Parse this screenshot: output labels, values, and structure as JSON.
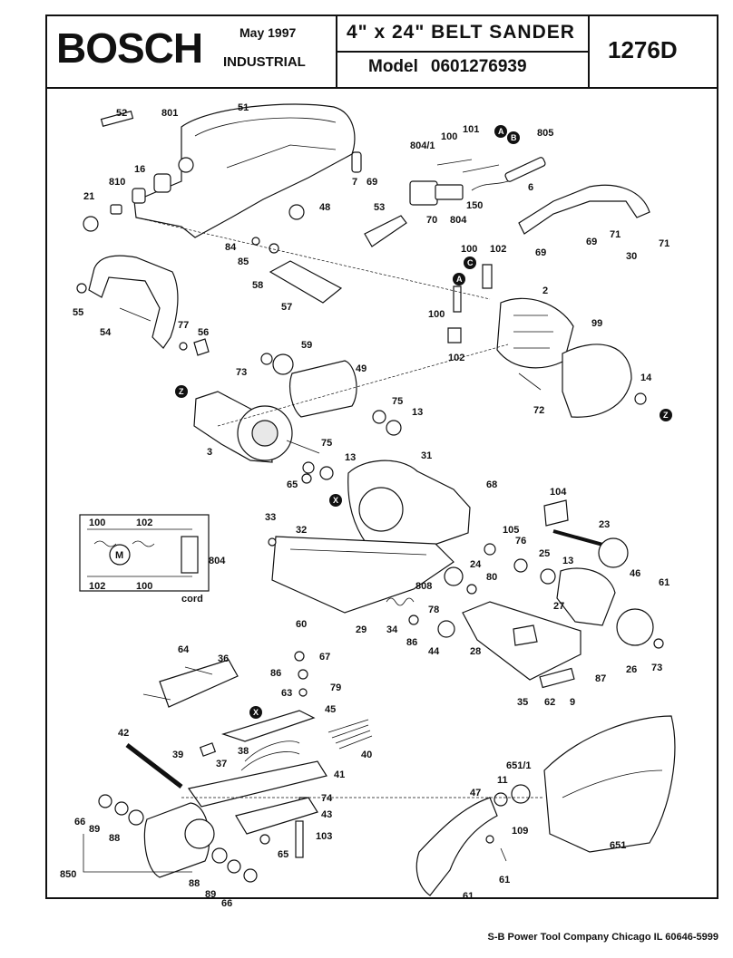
{
  "header": {
    "brand": "BOSCH",
    "date": "May 1997",
    "division": "INDUSTRIAL",
    "product_title": "4\" x 24\"  BELT  SANDER",
    "model_label": "Model",
    "model_number": "0601276939",
    "part_number": "1276D"
  },
  "footer": {
    "company": "S-B Power Tool Company  Chicago IL 60646-5999"
  },
  "callouts": {
    "c52": "52",
    "c801": "801",
    "c51": "51",
    "c16": "16",
    "c810": "810",
    "c21": "21",
    "c7": "7",
    "c69a": "69",
    "c48": "48",
    "c8041": "804/1",
    "c100a": "100",
    "c101": "101",
    "c805": "805",
    "c6": "6",
    "c150": "150",
    "c70": "70",
    "c804a": "804",
    "c53": "53",
    "c69b": "69",
    "c69c": "69",
    "c71a": "71",
    "c71b": "71",
    "c30": "30",
    "c84": "84",
    "c85": "85",
    "c58": "58",
    "c57": "57",
    "c100b": "100",
    "c102a": "102",
    "c2": "2",
    "c99": "99",
    "c100c": "100",
    "c102b": "102",
    "c14": "14",
    "c72": "72",
    "c55": "55",
    "c54": "54",
    "c77": "77",
    "c56": "56",
    "c59": "59",
    "c73a": "73",
    "c49": "49",
    "c75a": "75",
    "c13a": "13",
    "c3": "3",
    "c75b": "75",
    "c13b": "13",
    "c65a": "65",
    "c31": "31",
    "c68": "68",
    "c104": "104",
    "c23": "23",
    "c33": "33",
    "c32": "32",
    "c105": "105",
    "c76": "76",
    "c25": "25",
    "c13c": "13",
    "c24": "24",
    "c808": "808",
    "c80": "80",
    "c46": "46",
    "c61a": "61",
    "c27": "27",
    "c78": "78",
    "c60": "60",
    "c29": "29",
    "c34": "34",
    "c86a": "86",
    "c44": "44",
    "c28": "28",
    "c87": "87",
    "c26": "26",
    "c73b": "73",
    "c35": "35",
    "c62": "62",
    "c9": "9",
    "c64": "64",
    "c36": "36",
    "c67": "67",
    "c86b": "86",
    "c79": "79",
    "c63": "63",
    "c45": "45",
    "c42": "42",
    "c39": "39",
    "c37": "37",
    "c38": "38",
    "c40": "40",
    "c41": "41",
    "c74": "74",
    "c43": "43",
    "c103": "103",
    "c66a": "66",
    "c89a": "89",
    "c88a": "88",
    "c65b": "65",
    "c850": "850",
    "c88b": "88",
    "c89b": "89",
    "c66b": "66",
    "c47": "47",
    "c11": "11",
    "c6511": "651/1",
    "c109": "109",
    "c651": "651",
    "c61b": "61",
    "c61c": "61",
    "c804b": "804"
  },
  "badges": {
    "A1": "A",
    "B1": "B",
    "C1": "C",
    "A2": "A",
    "Z1": "Z",
    "Z2": "Z",
    "X1": "X",
    "X2": "X"
  },
  "wiring": {
    "w100a": "100",
    "w102a": "102",
    "wM": "M",
    "w102b": "102",
    "w100b": "100",
    "wcord": "cord"
  }
}
